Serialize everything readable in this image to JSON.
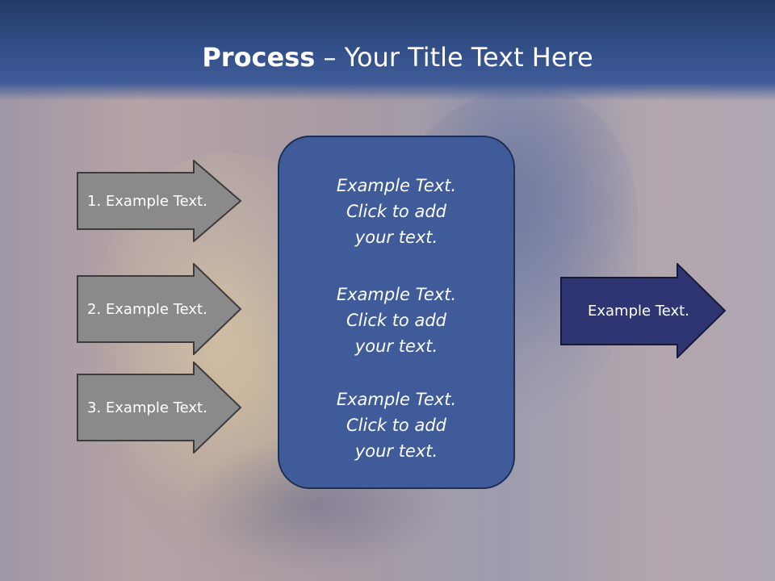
{
  "title": {
    "bold": "Process",
    "rest": " – Your Title Text Here"
  },
  "left_steps": [
    {
      "label": "1. Example Text."
    },
    {
      "label": "2. Example Text."
    },
    {
      "label": "3. Example Text."
    }
  ],
  "center_blocks": [
    {
      "line1": "Example Text.",
      "line2": "Click  to add",
      "line3": "your text."
    },
    {
      "line1": "Example Text.",
      "line2": "Click  to add",
      "line3": "your text."
    },
    {
      "line1": "Example Text.",
      "line2": "Click  to add",
      "line3": "your text."
    }
  ],
  "output": {
    "label": "Example Text."
  },
  "colors": {
    "header": "#34508a",
    "step_arrow": "#8a8a8a",
    "center_box": "#3f5b9a",
    "output_arrow": "#2e3572"
  }
}
